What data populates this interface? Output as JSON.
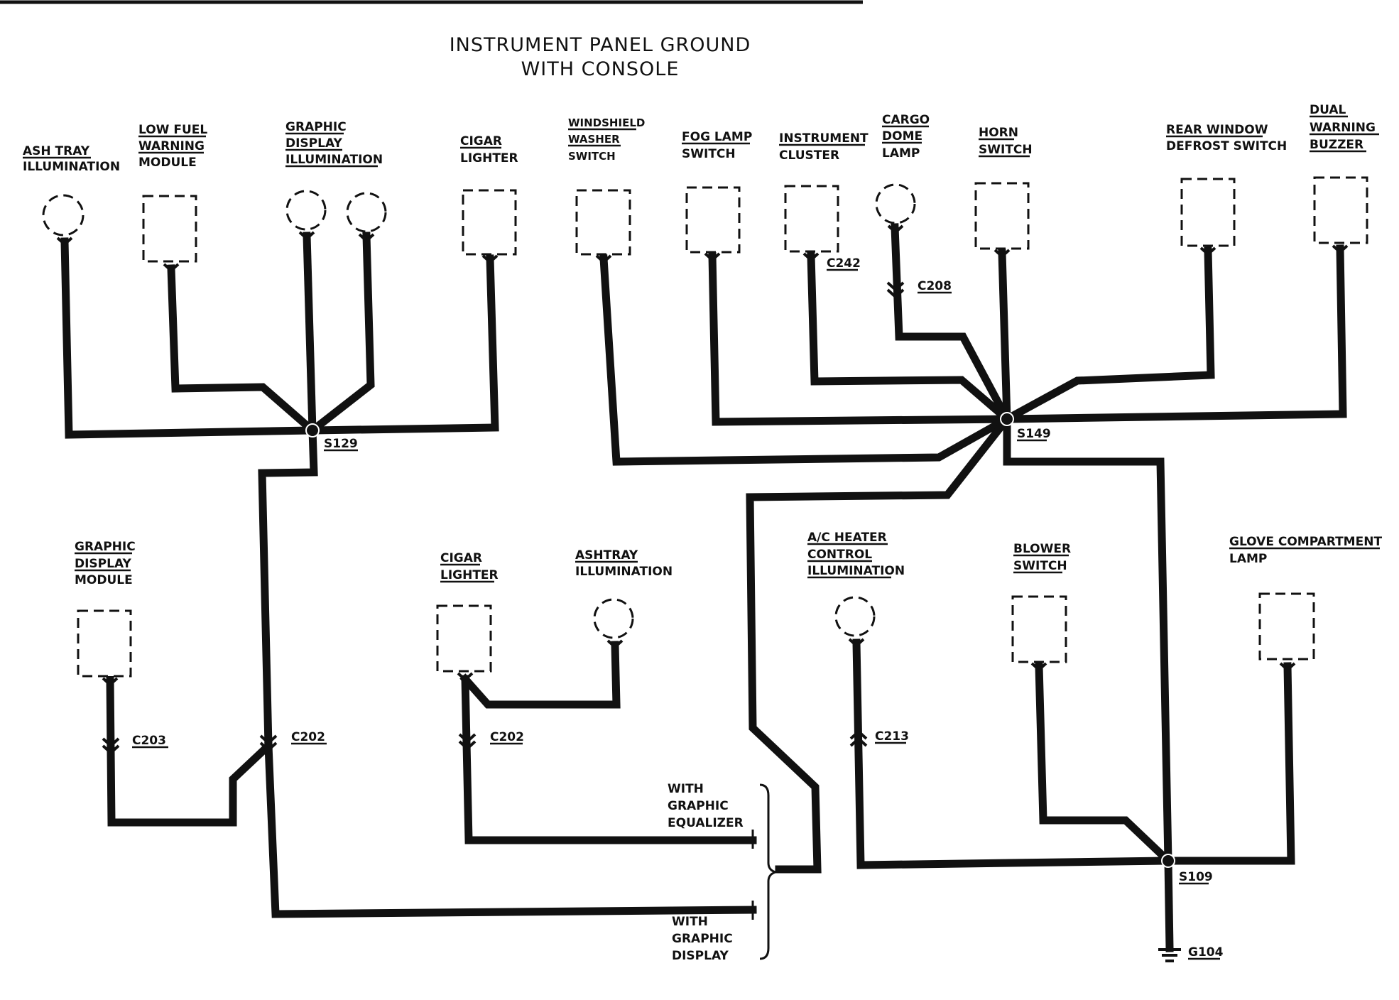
{
  "title": {
    "line1": "INSTRUMENT PANEL GROUND",
    "line2": "WITH CONSOLE"
  },
  "components": {
    "ash_tray_illumination": [
      "ASH TRAY",
      "ILLUMINATION"
    ],
    "low_fuel_warning_module": [
      "LOW FUEL",
      "WARNING",
      "MODULE"
    ],
    "graphic_display_illumination": [
      "GRAPHIC",
      "DISPLAY",
      "ILLUMINATION"
    ],
    "cigar_lighter_top": [
      "CIGAR",
      "LIGHTER"
    ],
    "windshield_washer_switch": [
      "WINDSHIELD",
      "WASHER",
      "SWITCH"
    ],
    "fog_lamp_switch": [
      "FOG LAMP",
      "SWITCH"
    ],
    "instrument_cluster": [
      "INSTRUMENT",
      "CLUSTER"
    ],
    "cargo_dome_lamp": [
      "CARGO",
      "DOME",
      "LAMP"
    ],
    "horn_switch": [
      "HORN",
      "SWITCH"
    ],
    "rear_window_defrost_switch": [
      "REAR WINDOW",
      "DEFROST SWITCH"
    ],
    "dual_warning_buzzer": [
      "DUAL",
      "WARNING",
      "BUZZER"
    ],
    "graphic_display_module": [
      "GRAPHIC",
      "DISPLAY",
      "MODULE"
    ],
    "cigar_lighter_bottom": [
      "CIGAR",
      "LIGHTER"
    ],
    "ashtray_illumination": [
      "ASHTRAY",
      "ILLUMINATION"
    ],
    "ac_heater_control_illumination": [
      "A/C HEATER",
      "CONTROL",
      "ILLUMINATION"
    ],
    "blower_switch": [
      "BLOWER",
      "SWITCH"
    ],
    "glove_compartment_lamp": [
      "GLOVE COMPARTMENT",
      "LAMP"
    ]
  },
  "options": {
    "with_graphic_equalizer": [
      "WITH",
      "GRAPHIC",
      "EQUALIZER"
    ],
    "with_graphic_display": [
      "WITH",
      "GRAPHIC",
      "DISPLAY"
    ]
  },
  "connectors": {
    "c242": "C242",
    "c208": "C208",
    "c203": "C203",
    "c202_left": "C202",
    "c202_mid": "C202",
    "c213": "C213"
  },
  "splices": {
    "s129": "S129",
    "s149": "S149",
    "s109": "S109"
  },
  "grounds": {
    "g104": "G104"
  }
}
